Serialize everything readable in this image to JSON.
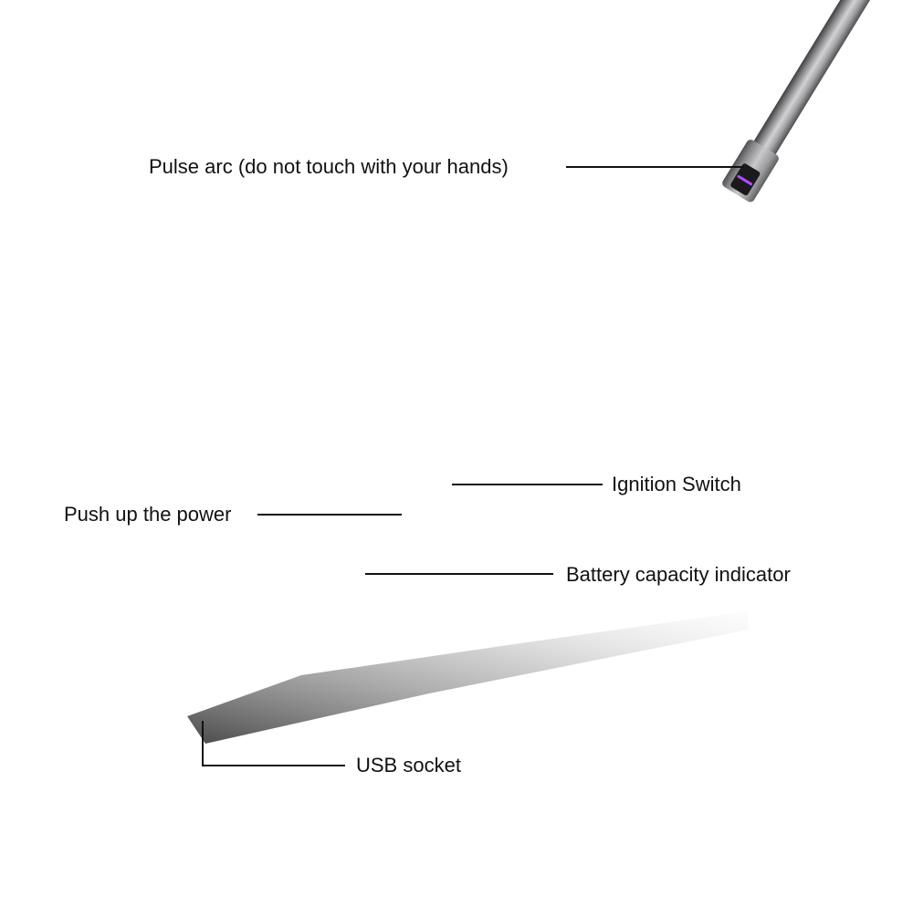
{
  "callouts": {
    "pulse_arc": "Pulse arc (do not touch with your hands)",
    "ignition_switch": "Ignition Switch",
    "push_power": "Push up the power",
    "battery_indicator": "Battery capacity indicator",
    "usb_socket": "USB socket"
  },
  "colors": {
    "background": "#ffffff",
    "label_text": "#111111",
    "leader_line": "#111111",
    "body_metal": "#8e8e90",
    "led": "#2f4bff",
    "arc": "#b14cff"
  }
}
